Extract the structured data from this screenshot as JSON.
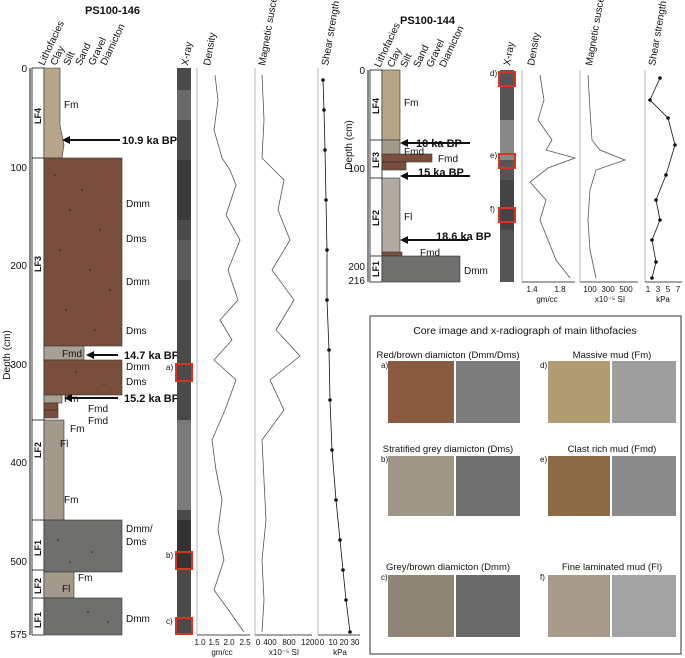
{
  "left_core": {
    "title": "PS100-146",
    "depth_axis_label": "Depth (cm)",
    "depth_ticks": [
      "0",
      "100",
      "200",
      "300",
      "400",
      "500",
      "575"
    ],
    "lithology_headers": [
      "Lithofacies",
      "Clay",
      "Silt",
      "Sand",
      "Gravel",
      "Diamicton"
    ],
    "column_headers": {
      "xray": "X-ray",
      "density": "Density",
      "magsus": "Magnetic susceptibility",
      "shear": "Shear strength"
    },
    "facies_labels": [
      "LF4",
      "LF3",
      "LF2",
      "LF1",
      "LF2",
      "LF1"
    ],
    "unit_labels": [
      "Fm",
      "Dmm",
      "Dms",
      "Dmm",
      "Dms",
      "Fmd",
      "Dmm",
      "Dms",
      "Fm",
      "Fmd",
      "Fmd",
      "Fm",
      "Fl",
      "Fm",
      "Dmm/",
      "Dms",
      "Fm",
      "Fl",
      "Dmm"
    ],
    "ages": [
      "10.9 ka BP",
      "14.7 ka BP",
      "15.2 ka BP"
    ],
    "xray_markers": [
      "a)",
      "b)",
      "c)"
    ],
    "density_ticks": [
      "1.0",
      "1.5",
      "2.0",
      "2.5"
    ],
    "density_unit": "gm/cc",
    "magsus_ticks": [
      "0",
      "400",
      "800",
      "1200"
    ],
    "magsus_unit": "x10⁻⁵ SI",
    "shear_ticks": [
      "0",
      "10",
      "20",
      "30"
    ],
    "shear_unit": "kPa"
  },
  "right_core": {
    "title": "PS100-144",
    "depth_axis_label": "Depth (cm)",
    "depth_ticks": [
      "0",
      "100",
      "200",
      "216"
    ],
    "lithology_headers": [
      "Lithofacies",
      "Clay",
      "Silt",
      "Sand",
      "Gravel",
      "Diamicton"
    ],
    "column_headers": {
      "xray": "X-ray",
      "density": "Density",
      "magsus": "Magnetic susceptibility",
      "shear": "Shear strength"
    },
    "facies_labels": [
      "LF4",
      "LF3",
      "LF2",
      "LF1"
    ],
    "unit_labels": [
      "Fm",
      "Fmd",
      "Fmd",
      "Fl",
      "Fmd",
      "Dmm"
    ],
    "ages": [
      "10 ka BP",
      "15 ka BP",
      "18.6 ka BP"
    ],
    "xray_markers": [
      "d)",
      "e)",
      "f)"
    ],
    "density_ticks": [
      "1.4",
      "1.8"
    ],
    "density_unit": "gm/cc",
    "magsus_ticks": [
      "100",
      "300",
      "500"
    ],
    "magsus_unit": "x10⁻⁵ SI",
    "shear_ticks": [
      "1",
      "3",
      "5",
      "7"
    ],
    "shear_unit": "kPa"
  },
  "legend": {
    "title": "Core image and x-radiograph of main lithofacies",
    "items": [
      {
        "letter": "a)",
        "label": "Red/brown diamicton (Dmm/Dms)"
      },
      {
        "letter": "b)",
        "label": "Stratified grey diamicton (Dms)"
      },
      {
        "letter": "c)",
        "label": "Grey/brown diamicton (Dmm)"
      },
      {
        "letter": "d)",
        "label": "Massive mud (Fm)"
      },
      {
        "letter": "e)",
        "label": "Clast rich mud (Fmd)"
      },
      {
        "letter": "f)",
        "label": "Fine laminated mud (Fl)"
      }
    ]
  },
  "colors": {
    "mud": "#a39a8c",
    "fm_tan": "#b5a68a",
    "brown": "#7a4e3c",
    "grey_diam": "#6f6f6d",
    "marker": "#e0301e",
    "curve": "#555555"
  }
}
